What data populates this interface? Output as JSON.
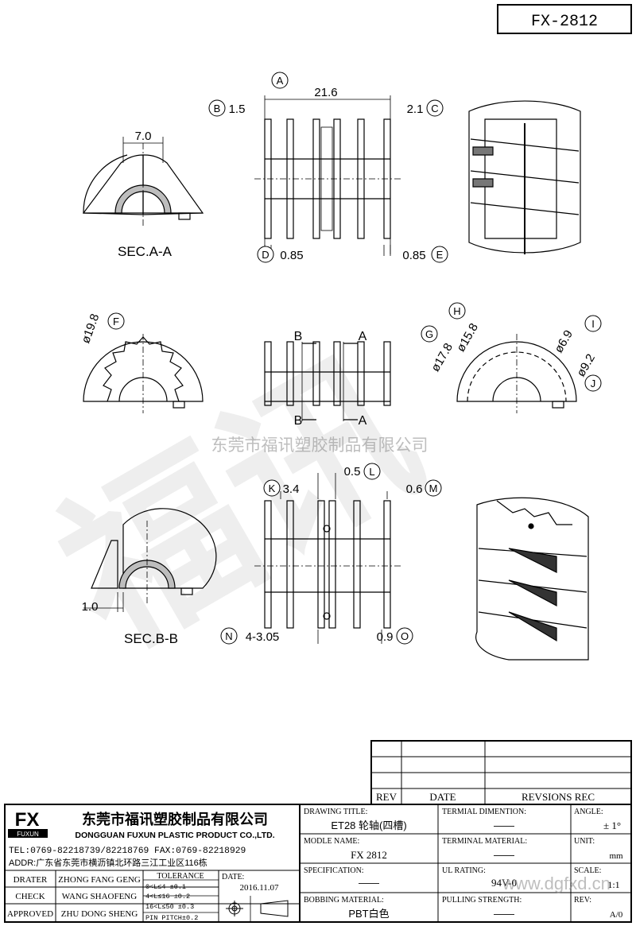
{
  "part_number": "FX-2812",
  "watermark_company": "东莞市福讯塑胶制品有限公司",
  "watermark_web": "www.dgfxd.cn",
  "dimensions": {
    "a_width": "21.6",
    "b": "1.5",
    "c": "2.1",
    "d": "0.85",
    "e": "0.85",
    "sec_aa_width": "7.0",
    "f": "ø19.8",
    "g": "ø17.8",
    "h": "ø15.8",
    "i": "ø6.9",
    "j": "ø9.2",
    "k": "3.4",
    "l": "0.5",
    "m": "0.6",
    "n": "4-3.05",
    "o": "0.9",
    "sec_bb_width": "1.0"
  },
  "markers": {
    "a": "A",
    "b": "B",
    "c": "C",
    "d": "D",
    "e": "E",
    "f": "F",
    "g": "G",
    "h": "H",
    "i": "I",
    "j": "J",
    "k": "K",
    "l": "L",
    "m": "M",
    "n": "N",
    "o": "O"
  },
  "section_labels": {
    "sec_aa": "SEC.A-A",
    "sec_bb": "SEC.B-B",
    "cut_b": "B",
    "cut_a": "A"
  },
  "revision_table": {
    "headers": [
      "REV",
      "DATE",
      "REVSIONS REC"
    ]
  },
  "company": {
    "logo": "FX",
    "logo_sub": "FUXUN",
    "name_cn": "东莞市福讯塑胶制品有限公司",
    "name_en": "DONGGUAN FUXUN PLASTIC PRODUCT CO.,LTD.",
    "tel": "TEL:0769-82218739/82218769 FAX:0769-82218929",
    "addr": "ADDR:广东省东莞市横沥镇北环路三江工业区116栋"
  },
  "people": [
    {
      "role": "DRATER",
      "name": "ZHONG FANG GENG"
    },
    {
      "role": "CHECK",
      "name": "WANG SHAOFENG"
    },
    {
      "role": "APPROVED",
      "name": "ZHU DONG SHENG"
    }
  ],
  "tolerance": {
    "title": "TOLERANCE",
    "rows": [
      "0<L≤4  ±0.1",
      "4<L≤16  ±0.2",
      "16<L≤50  ±0.3",
      "PIN PITCH±0.2"
    ]
  },
  "date": {
    "label": "DATE:",
    "value": "2016.11.07"
  },
  "fields": {
    "drawing_title_label": "DRAWING TITLE:",
    "drawing_title": "ET28 轮轴(四槽)",
    "model_label": "MODLE NAME:",
    "model": "FX 2812",
    "spec_label": "SPECIFICATION:",
    "spec": "——",
    "bobbin_label": "BOBBING MATERIAL:",
    "bobbin": "PBT白色",
    "term_dim_label": "TERMIAL DIMENTION:",
    "term_dim": "——",
    "term_mat_label": "TERMINAL MATERIAL:",
    "term_mat": "——",
    "ul_label": "UL RATING:",
    "ul": "94V-0",
    "pull_label": "PULLING STRENGTH:",
    "pull": "——",
    "angle_label": "ANGLE:",
    "angle": "± 1°",
    "unit_label": "UNIT:",
    "unit": "mm",
    "scale_label": "SCALE:",
    "scale": "1:1",
    "rev_label": "REV:",
    "rev": "A/0"
  }
}
